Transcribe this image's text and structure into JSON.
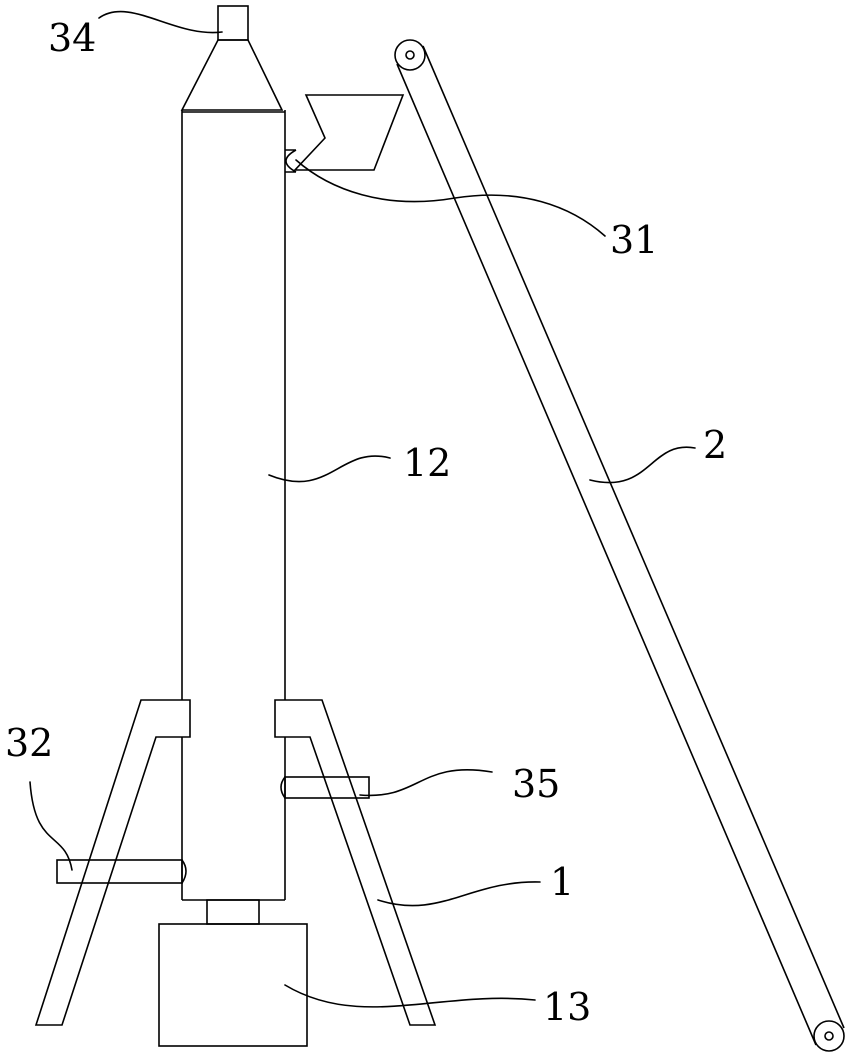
{
  "diagram": {
    "labels": {
      "top_cap": "34",
      "feed_hopper_inlet": "31",
      "tower_body": "12",
      "conveyor": "2",
      "left_inlet": "32",
      "side_outlet": "35",
      "frame": "1",
      "bottom_box": "13"
    },
    "colors": {
      "line": "#000000",
      "background": "#ffffff"
    }
  }
}
